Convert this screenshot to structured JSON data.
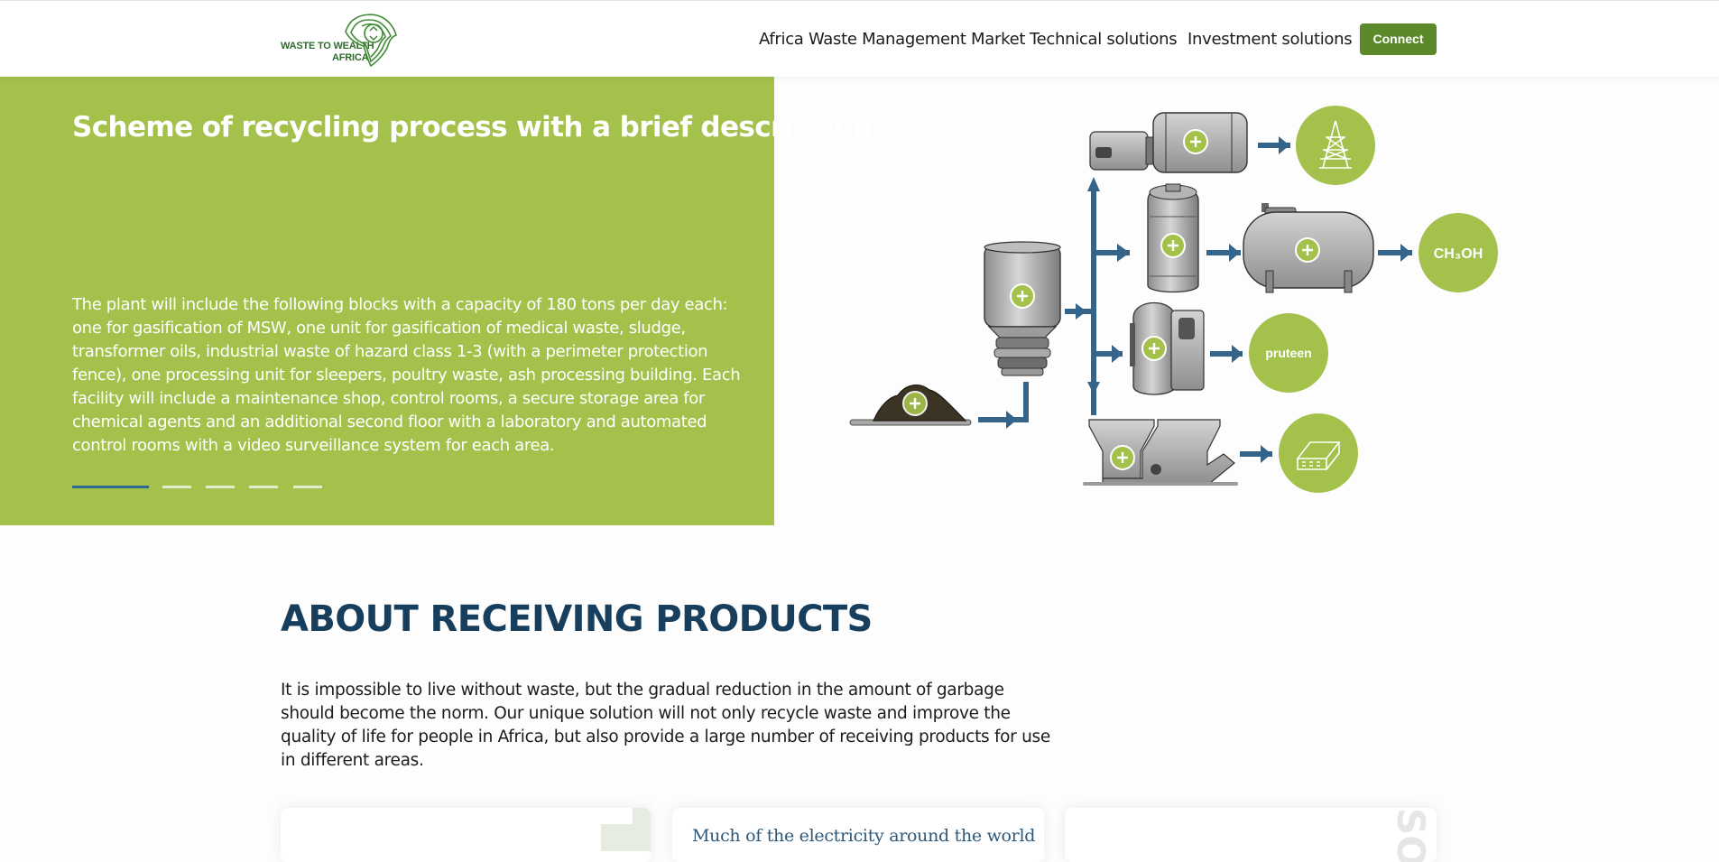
{
  "header": {
    "logo": {
      "line1": "WASTE TO WEALTH",
      "line2": "AFRICA",
      "icon": "africa-recycle-logo"
    },
    "nav": [
      {
        "label": "Africa Waste Management Market"
      },
      {
        "label": "Technical solutions"
      },
      {
        "label": "Investment solutions"
      }
    ],
    "connect_label": "Connect"
  },
  "hero": {
    "title": "Scheme of recycling process with a brief description",
    "description": "The plant will include the following blocks with a capacity of 180 tons per day each: one for gasification of MSW, one unit for gasification of medical waste, sludge, transformer oils, industrial waste of hazard class 1-3 (with a perimeter protection fence), one processing unit for sleepers, poultry waste, ash processing building. Each facility will include a maintenance shop, control rooms, a secure storage area for chemical agents and an additional second floor with a laboratory and automated control rooms with a video surveillance system for each area.",
    "slides": {
      "count": 5,
      "active": 1
    },
    "colors": {
      "panel": "#a4c14c",
      "active_dot": "#2e6a91"
    }
  },
  "scheme": {
    "outputs": [
      {
        "icon": "power-tower-icon"
      },
      {
        "label": "CH₃OH"
      },
      {
        "label": "pruteen"
      },
      {
        "icon": "brick-block-icon"
      }
    ],
    "colors": {
      "pipe": "#35648a",
      "circle": "#a4c14c",
      "plus": "#a4c14c"
    }
  },
  "about": {
    "title": "ABOUT RECEIVING PRODUCTS",
    "text": "It is impossible to live without waste, but the gradual reduction in the amount of garbage should become the norm. Our unique solution will not only recycle waste and improve the quality of life for people in Africa, but also provide a large number of receiving products for use in different areas."
  },
  "cards": [
    {
      "title": ""
    },
    {
      "title": "Much of the electricity around the world"
    },
    {
      "side_text": "SO"
    }
  ]
}
